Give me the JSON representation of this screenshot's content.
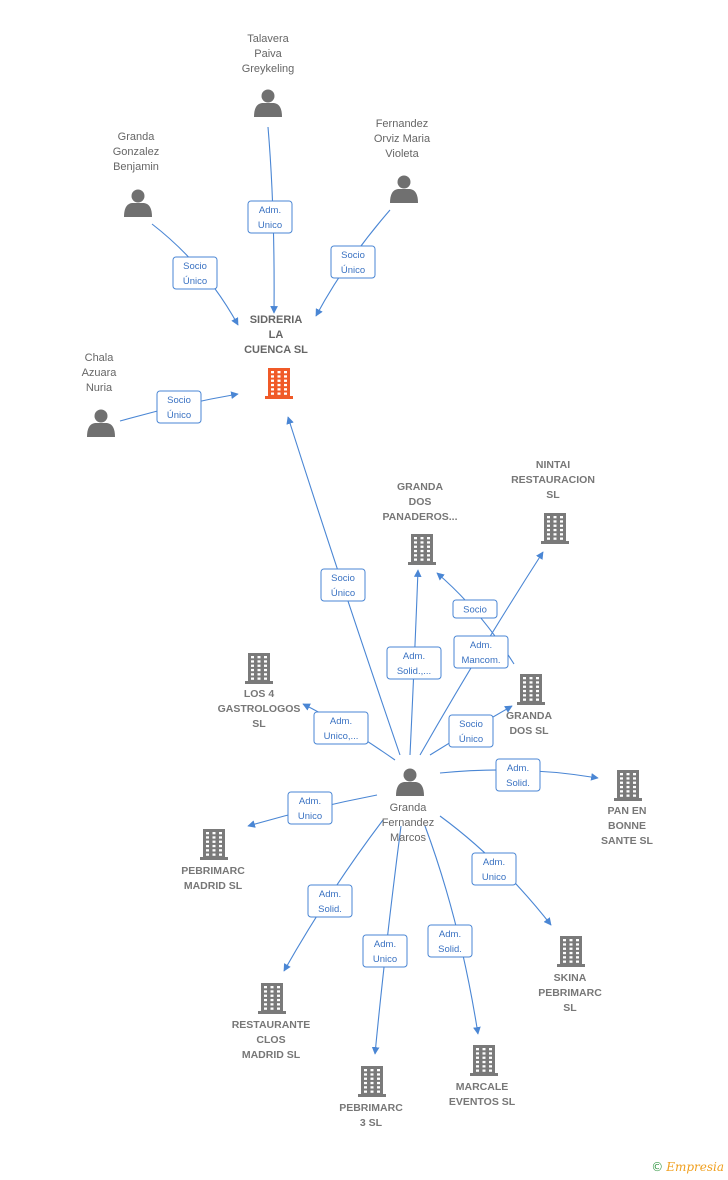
{
  "nodes": [
    {
      "id": "talavera",
      "type": "person",
      "lines": [
        "Talavera",
        "Paiva",
        "Greykeling"
      ]
    },
    {
      "id": "granda_benjamin",
      "type": "person",
      "lines": [
        "Granda",
        "Gonzalez",
        "Benjamin"
      ]
    },
    {
      "id": "fernandez_orviz",
      "type": "person",
      "lines": [
        "Fernandez",
        "Orviz Maria",
        "Violeta"
      ]
    },
    {
      "id": "sidreria",
      "type": "company",
      "main": true,
      "lines": [
        "SIDRERIA",
        "LA",
        "CUENCA  SL"
      ]
    },
    {
      "id": "chala",
      "type": "person",
      "lines": [
        "Chala",
        "Azuara",
        "Nuria"
      ]
    },
    {
      "id": "nintai",
      "type": "company",
      "lines": [
        "NINTAI",
        "RESTAURACION",
        "SL"
      ]
    },
    {
      "id": "granda_dos_panaderos",
      "type": "company",
      "lines": [
        "GRANDA",
        "DOS",
        "PANADEROS..."
      ]
    },
    {
      "id": "los4",
      "type": "company",
      "lines": [
        "LOS 4",
        "GASTROLOGOS",
        "SL"
      ]
    },
    {
      "id": "granda_dos",
      "type": "company",
      "lines": [
        "GRANDA",
        "DOS SL"
      ]
    },
    {
      "id": "granda_marcos",
      "type": "person",
      "lines": [
        "Granda",
        "Fernandez",
        "Marcos"
      ]
    },
    {
      "id": "pan_en_bonne",
      "type": "company",
      "lines": [
        "PAN EN",
        "BONNE",
        "SANTE  SL"
      ]
    },
    {
      "id": "pebrimarc_madrid",
      "type": "company",
      "lines": [
        "PEBRIMARC",
        "MADRID  SL"
      ]
    },
    {
      "id": "skina",
      "type": "company",
      "lines": [
        "SKINA",
        "PEBRIMARC",
        "SL"
      ]
    },
    {
      "id": "restaurante_clos",
      "type": "company",
      "lines": [
        "RESTAURANTE",
        "CLOS",
        "MADRID  SL"
      ]
    },
    {
      "id": "marcale",
      "type": "company",
      "lines": [
        "MARCALE",
        "EVENTOS  SL"
      ]
    },
    {
      "id": "pebrimarc3",
      "type": "company",
      "lines": [
        "PEBRIMARC",
        "3  SL"
      ]
    }
  ],
  "edges": [
    {
      "id": "e1",
      "lines": [
        "Adm.",
        "Unico"
      ]
    },
    {
      "id": "e2",
      "lines": [
        "Socio",
        "Único"
      ]
    },
    {
      "id": "e3",
      "lines": [
        "Socio",
        "Único"
      ]
    },
    {
      "id": "e4",
      "lines": [
        "Socio",
        "Único"
      ]
    },
    {
      "id": "e5",
      "lines": [
        "Socio",
        "Único"
      ]
    },
    {
      "id": "e6",
      "lines": [
        "Socio"
      ]
    },
    {
      "id": "e7",
      "lines": [
        "Adm.",
        "Solid.,..."
      ]
    },
    {
      "id": "e8",
      "lines": [
        "Adm.",
        "Mancom."
      ]
    },
    {
      "id": "e9",
      "lines": [
        "Adm.",
        "Unico,..."
      ]
    },
    {
      "id": "e10",
      "lines": [
        "Socio",
        "Único"
      ]
    },
    {
      "id": "e11",
      "lines": [
        "Adm.",
        "Solid."
      ]
    },
    {
      "id": "e12",
      "lines": [
        "Adm.",
        "Unico"
      ]
    },
    {
      "id": "e13",
      "lines": [
        "Adm.",
        "Unico"
      ]
    },
    {
      "id": "e14",
      "lines": [
        "Adm.",
        "Solid."
      ]
    },
    {
      "id": "e15",
      "lines": [
        "Adm.",
        "Solid."
      ]
    },
    {
      "id": "e16",
      "lines": [
        "Adm.",
        "Unico"
      ]
    }
  ],
  "colors": {
    "edge": "#4a86d4",
    "company": "#7a7a7a",
    "main_company": "#f05a28",
    "person": "#707070"
  },
  "brand": {
    "copyright": "©",
    "name": "Empresia"
  }
}
